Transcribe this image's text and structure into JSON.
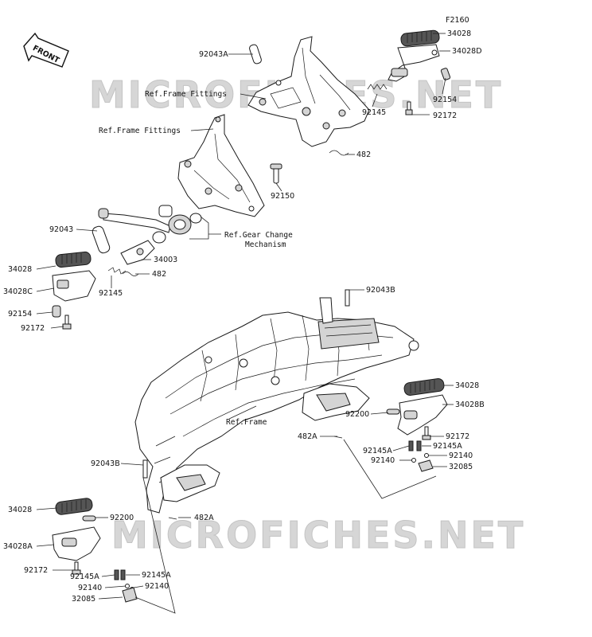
{
  "diagram_code": "F2160",
  "front_tag": "FRONT",
  "watermark": {
    "text": "MICROFICHES.NET",
    "fill_color": "#d6d6d6",
    "stroke_color": "#c4c4c4"
  },
  "refs": {
    "frame_fittings": "Ref.Frame Fittings",
    "gear_change_line1": "Ref.Gear Change",
    "gear_change_line2": "Mechanism",
    "frame": "Ref.Frame"
  },
  "parts": {
    "top_right": {
      "p34028": "34028",
      "p34028D": "34028D",
      "p92154": "92154",
      "p92172": "92172",
      "p92145": "92145",
      "p482": "482",
      "p92043A": "92043A"
    },
    "upper_left": {
      "p92150": "92150",
      "p92043": "92043",
      "p34003": "34003",
      "p482": "482",
      "p92145": "92145",
      "p34028": "34028",
      "p34028C": "34028C",
      "p92154": "92154",
      "p92172": "92172"
    },
    "frame": {
      "p92043B_top": "92043B",
      "p92043B_left": "92043B",
      "p92200_mid": "92200",
      "p482A_mid": "482A",
      "p482A_low": "482A",
      "p92200_low": "92200"
    },
    "right_lower": {
      "p34028": "34028",
      "p34028B": "34028B",
      "p92172": "92172",
      "p92145A_a": "92145A",
      "p92145A_b": "92145A",
      "p92140_a": "92140",
      "p92140_b": "92140",
      "p32085": "32085"
    },
    "left_lower": {
      "p34028": "34028",
      "p34028A": "34028A",
      "p92172": "92172",
      "p92145A_a": "92145A",
      "p92145A_b": "92145A",
      "p92140_a": "92140",
      "p92140_b": "92140",
      "p32085": "32085"
    }
  }
}
